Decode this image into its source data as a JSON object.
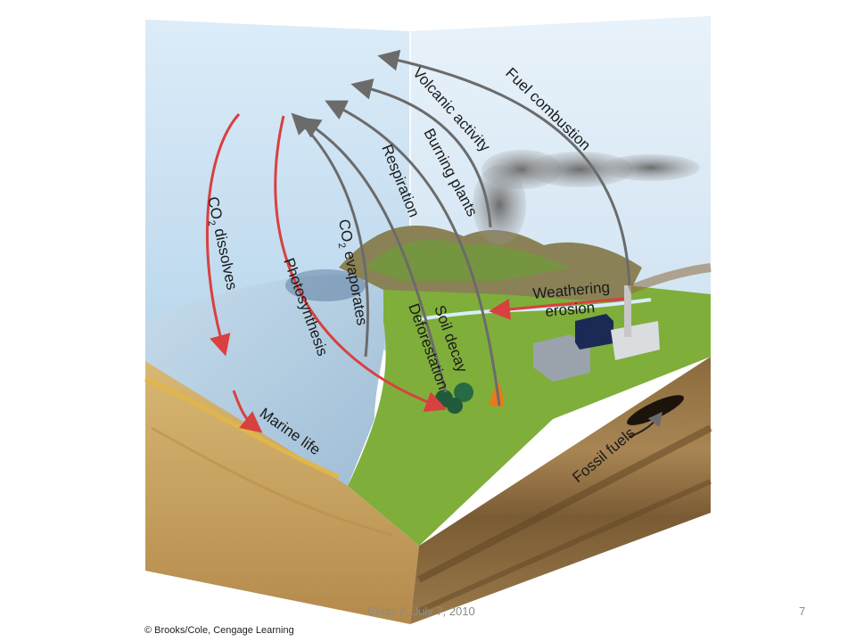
{
  "diagram": {
    "labels": {
      "co2_dissolves_a": "CO",
      "co2_dissolves_sub": "2",
      "co2_dissolves_b": " dissolves",
      "photosynthesis": "Photosynthesis",
      "co2_evaporates_a": "CO",
      "co2_evaporates_sub": "2",
      "co2_evaporates_b": " evaporates",
      "respiration": "Respiration",
      "deforestation": "Deforestation",
      "soil_decay": "Soil decay",
      "burning_plants": "Burning plants",
      "volcanic_activity": "Volcanic activity",
      "fuel_combustion": "Fuel combustion",
      "weathering": "Weathering",
      "erosion": "erosion",
      "marine_life": "Marine life",
      "fossil_fuels": "Fossil fuels"
    },
    "colors": {
      "sky": "#cfe6f5",
      "water": "#b7d3e6",
      "land": "#7fae3a",
      "soil": "#c9a25f",
      "uptake_arrow": "#d94040",
      "release_arrow": "#6b6b6b"
    }
  },
  "footer": {
    "center_text": "Class #, July 7, 2010",
    "page_number": "7",
    "credit": "© Brooks/Cole, Cengage Learning"
  }
}
